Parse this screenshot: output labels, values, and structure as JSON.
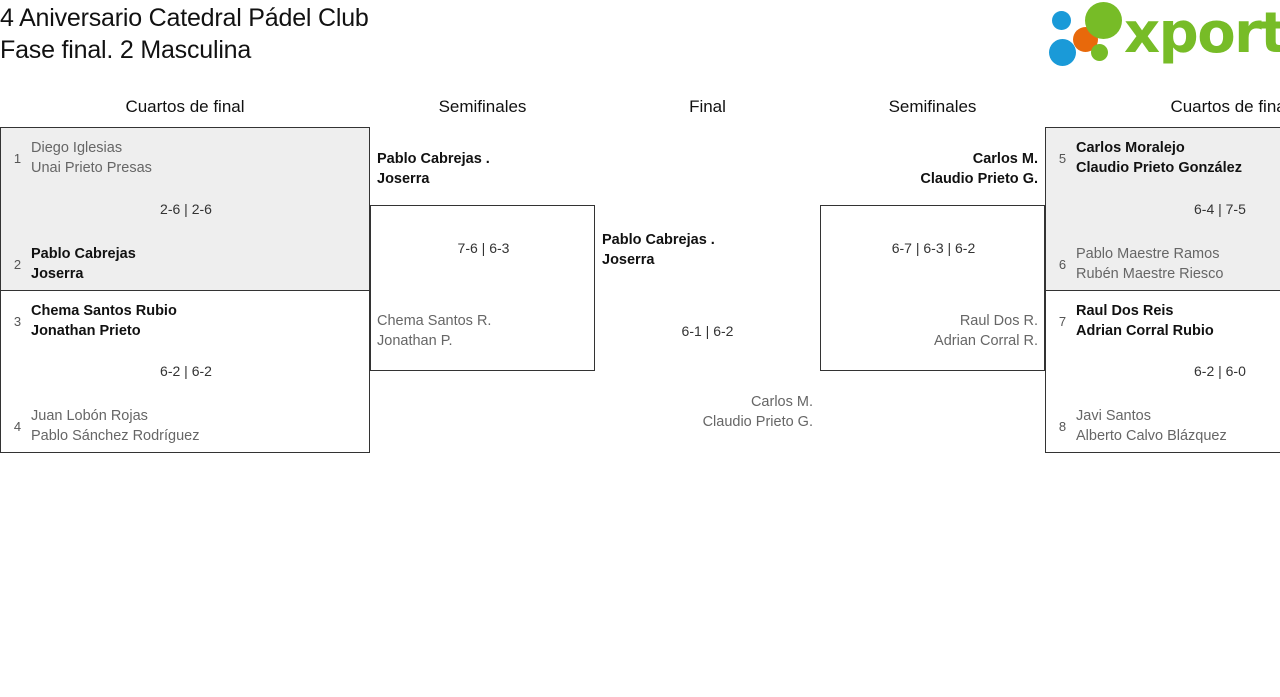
{
  "header": {
    "title_line1": "4 Aniversario Catedral Pádel Club",
    "title_line2": "Fase final. 2 Masculina",
    "logo_text": "xporty"
  },
  "rounds": {
    "qf_left": "Cuartos de final",
    "sf_left": "Semifinales",
    "final": "Final",
    "sf_right": "Semifinales",
    "qf_right": "Cuartos de final"
  },
  "colors": {
    "shade": "#eeeeee",
    "border": "#333333",
    "winner": "#111111",
    "loser": "#666666",
    "logo_green": "#77bc27",
    "logo_blue": "#1a9ad8",
    "logo_orange": "#e8690b"
  },
  "matches": {
    "qf1": {
      "score": "2-6 | 2-6",
      "top": {
        "seed": "1",
        "p1": "Diego Iglesias",
        "p2": "Unai Prieto Presas",
        "result": "loser"
      },
      "bottom": {
        "seed": "2",
        "p1": "Pablo Cabrejas",
        "p2": "Joserra",
        "result": "winner"
      }
    },
    "qf2": {
      "score": "6-2 | 6-2",
      "top": {
        "seed": "3",
        "p1": "Chema Santos Rubio",
        "p2": "Jonathan Prieto",
        "result": "winner"
      },
      "bottom": {
        "seed": "4",
        "p1": "Juan Lobón Rojas",
        "p2": "Pablo Sánchez Rodríguez",
        "result": "loser"
      }
    },
    "sf_left": {
      "score": "7-6 | 6-3",
      "top": {
        "p1": "Pablo Cabrejas .",
        "p2": "Joserra",
        "result": "winner"
      },
      "bottom": {
        "p1": "Chema Santos R.",
        "p2": "Jonathan P.",
        "result": "loser"
      }
    },
    "final": {
      "score": "6-1 | 6-2",
      "top": {
        "p1": "Pablo Cabrejas .",
        "p2": "Joserra",
        "result": "winner"
      },
      "bottom": {
        "p1": "Carlos M.",
        "p2": "Claudio Prieto G.",
        "result": "loser"
      }
    },
    "sf_right": {
      "score": "6-7 | 6-3 | 6-2",
      "top": {
        "p1": "Carlos M.",
        "p2": "Claudio Prieto G.",
        "result": "winner"
      },
      "bottom": {
        "p1": "Raul Dos R.",
        "p2": "Adrian Corral R.",
        "result": "loser"
      }
    },
    "qf3": {
      "score": "6-4 | 7-5",
      "top": {
        "seed": "5",
        "p1": "Carlos Moralejo",
        "p2": "Claudio Prieto González",
        "result": "winner"
      },
      "bottom": {
        "seed": "6",
        "p1": "Pablo Maestre Ramos",
        "p2": "Rubén Maestre Riesco",
        "result": "loser"
      }
    },
    "qf4": {
      "score": "6-2 | 6-0",
      "top": {
        "seed": "7",
        "p1": "Raul Dos Reis",
        "p2": "Adrian Corral Rubio",
        "result": "winner"
      },
      "bottom": {
        "seed": "8",
        "p1": "Javi Santos",
        "p2": "Alberto Calvo Blázquez",
        "result": "loser"
      }
    }
  }
}
